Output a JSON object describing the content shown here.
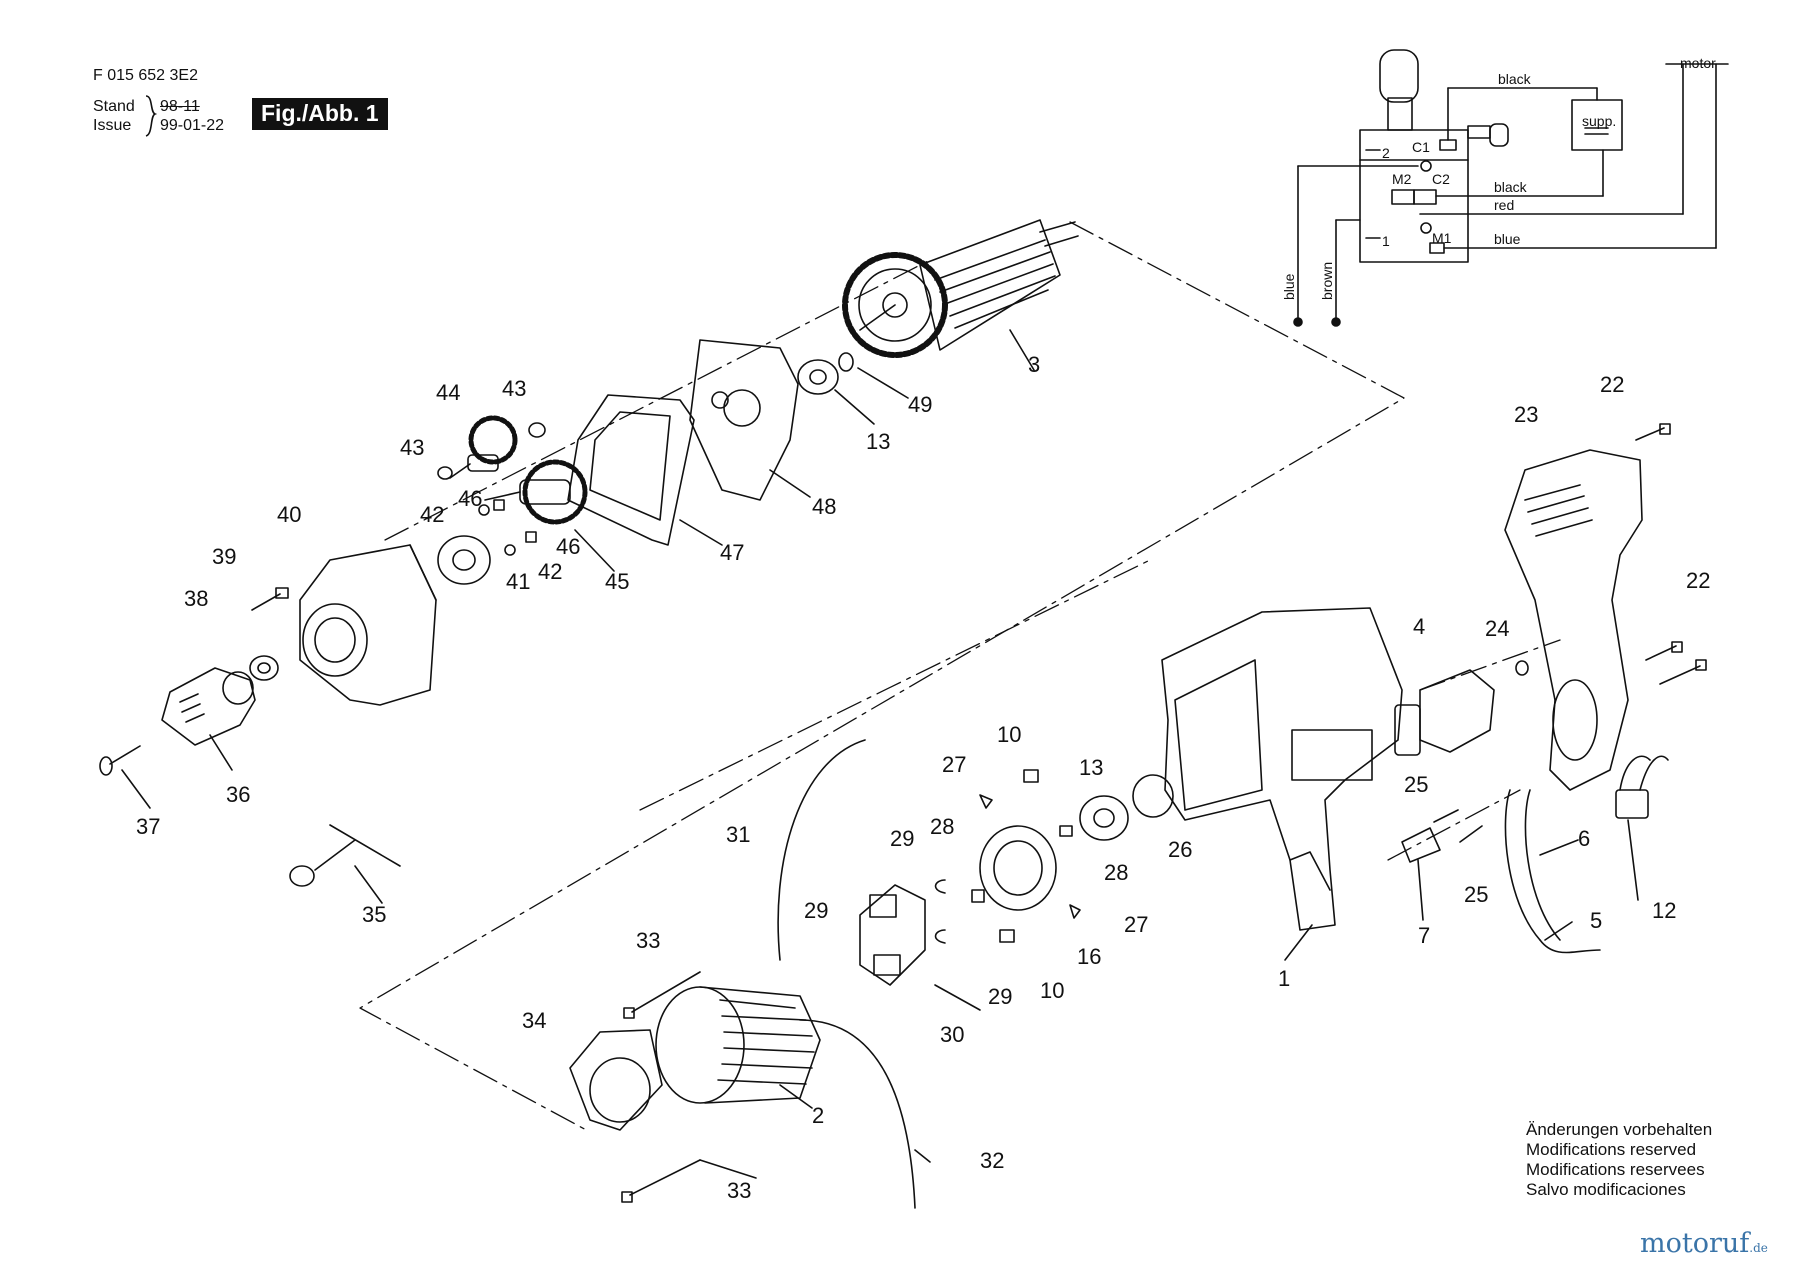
{
  "header": {
    "doc_code": "F 015 652 3E2",
    "stand_label": "Stand",
    "issue_label": "Issue",
    "stand_date_struck": "98-11",
    "issue_date": "99-01-22",
    "figure_badge": "Fig./Abb. 1"
  },
  "wiring": {
    "component_supp": "supp.",
    "contacts": [
      "C1",
      "C2",
      "M1",
      "M2"
    ],
    "positions": [
      "2",
      "1"
    ],
    "wire_labels": [
      "black",
      "black",
      "red",
      "blue",
      "motor",
      "blue",
      "brown"
    ]
  },
  "part_numbers": [
    "1",
    "2",
    "3",
    "4",
    "5",
    "6",
    "7",
    "10",
    "12",
    "13",
    "16",
    "22",
    "23",
    "24",
    "25",
    "26",
    "27",
    "28",
    "29",
    "30",
    "31",
    "32",
    "33",
    "34",
    "35",
    "36",
    "37",
    "38",
    "39",
    "40",
    "41",
    "42",
    "43",
    "44",
    "45",
    "46",
    "47",
    "48",
    "49"
  ],
  "notes": [
    "Änderungen vorbehalten",
    "Modifications reserved",
    "Modifications reservees",
    "Salvo modificaciones"
  ],
  "watermark": {
    "name": "motoruf",
    "tld": ".de"
  },
  "colors": {
    "ink": "#111111",
    "brand": "#3a74a8",
    "badge_bg": "#111111"
  }
}
